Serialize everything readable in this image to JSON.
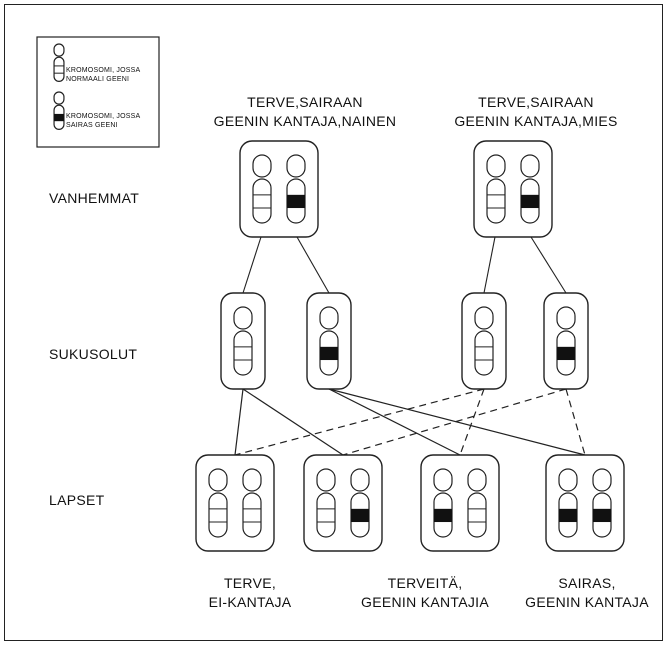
{
  "legend": {
    "normal": [
      "KROMOSOMI, JOSSA",
      "NORMAALI GEENI"
    ],
    "affected": [
      "KROMOSOMI, JOSSA",
      "SAIRAS GEENI"
    ]
  },
  "parents": {
    "mother": [
      "TERVE,SAIRAAN",
      "GEENIN KANTAJA,NAINEN"
    ],
    "father": [
      "TERVE,SAIRAAN",
      "GEENIN KANTAJA,MIES"
    ]
  },
  "rows": {
    "parents": "VANHEMMAT",
    "gametes": "SUKUSOLUT",
    "children": "LAPSET"
  },
  "outcomes": {
    "healthy": [
      "TERVE,",
      "EI-KANTAJA"
    ],
    "carriers": [
      "TERVEITÄ,",
      "GEENIN KANTAJIA"
    ],
    "affected": [
      "SAIRAS,",
      "GEENIN KANTAJA"
    ]
  },
  "colors": {
    "line": "#222222",
    "gene": "#111111",
    "background": "#ffffff"
  },
  "cells": {
    "parents": [
      [
        "normal",
        "affected"
      ],
      [
        "normal",
        "affected"
      ]
    ],
    "gametes": [
      [
        "normal"
      ],
      [
        "affected"
      ],
      [
        "normal"
      ],
      [
        "affected"
      ]
    ],
    "children": [
      [
        "normal",
        "normal"
      ],
      [
        "normal",
        "affected"
      ],
      [
        "affected",
        "normal"
      ],
      [
        "affected",
        "affected"
      ]
    ]
  },
  "crosses": [
    {
      "from": 0,
      "to": 0,
      "style": "solid"
    },
    {
      "from": 0,
      "to": 1,
      "style": "solid"
    },
    {
      "from": 1,
      "to": 2,
      "style": "solid"
    },
    {
      "from": 1,
      "to": 3,
      "style": "solid"
    },
    {
      "from": 2,
      "to": 0,
      "style": "dashed"
    },
    {
      "from": 2,
      "to": 2,
      "style": "dashed"
    },
    {
      "from": 3,
      "to": 1,
      "style": "dashed"
    },
    {
      "from": 3,
      "to": 3,
      "style": "dashed"
    }
  ]
}
